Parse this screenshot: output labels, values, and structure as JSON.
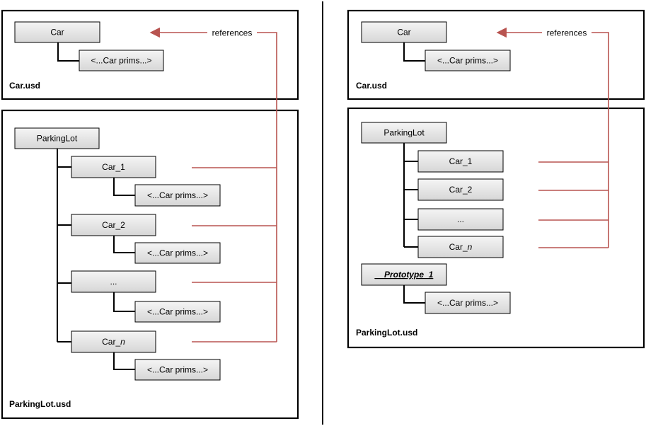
{
  "colors": {
    "reference_arrow": "#b85450",
    "node_fill_top": "#f5f5f5",
    "node_fill_bottom": "#d6d6d6",
    "outline": "#000000"
  },
  "left": {
    "car_file": {
      "root": "Car",
      "child": "<...Car prims...>",
      "filename": "Car.usd"
    },
    "references_label": "references",
    "parking_file": {
      "root": "ParkingLot",
      "cars": [
        {
          "name": "Car_1",
          "child": "<...Car prims...>"
        },
        {
          "name": "Car_2",
          "child": "<...Car prims...>"
        },
        {
          "name": "...",
          "child": "<...Car prims...>"
        },
        {
          "name_prefix": "Car_",
          "name_italic": "n",
          "child": "<...Car prims...>"
        }
      ],
      "filename": "ParkingLot.usd"
    }
  },
  "right": {
    "car_file": {
      "root": "Car",
      "child": "<...Car prims...>",
      "filename": "Car.usd"
    },
    "references_label": "references",
    "parking_file": {
      "root": "ParkingLot",
      "cars": [
        {
          "name": "Car_1"
        },
        {
          "name": "Car_2"
        },
        {
          "name": "..."
        },
        {
          "name_prefix": "Car_",
          "name_italic": "n"
        }
      ],
      "prototype": {
        "name": "__Prototype_1",
        "child": "<...Car prims...>"
      },
      "filename": "ParkingLot.usd"
    }
  }
}
